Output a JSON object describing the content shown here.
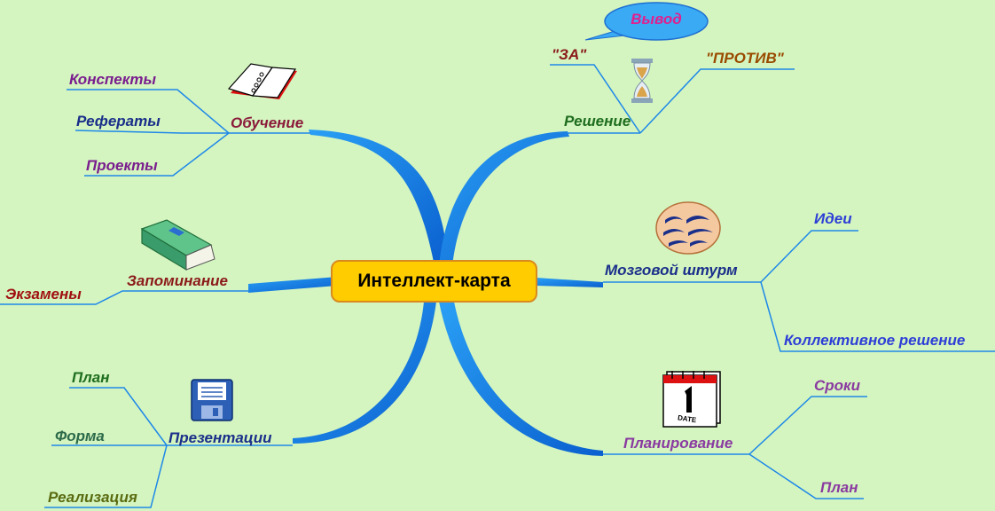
{
  "center": {
    "title": "Интеллект-карта"
  },
  "branches": {
    "obuchenie": {
      "label": "Обучение",
      "color": "#8b1a3a",
      "icon": "notebook-icon",
      "children": [
        "Конспекты",
        "Рефераты",
        "Проекты"
      ],
      "child_colors": [
        "#7a1d8e",
        "#1a2f8a",
        "#7a1d8e"
      ]
    },
    "zapominanie": {
      "label": "Запоминание",
      "color": "#8b1a1a",
      "icon": "book-icon",
      "children": [
        "Экзамены"
      ],
      "child_colors": [
        "#a01010"
      ]
    },
    "prezentacii": {
      "label": "Презентации",
      "color": "#1a2f8a",
      "icon": "floppy-disk-icon",
      "children": [
        "План",
        "Форма",
        "Реализация"
      ],
      "child_colors": [
        "#1f6e1f",
        "#2c6a4a",
        "#5a6a10"
      ]
    },
    "reshenie": {
      "label": "Решение",
      "color": "#1f6e1f",
      "icon": "hourglass-icon",
      "children": [
        "\"ЗА\"",
        "\"ПРОТИВ\""
      ],
      "child_colors": [
        "#8b1a1a",
        "#9a4a00"
      ],
      "callout": "Вывод",
      "callout_color": "#e0208e"
    },
    "mozgovoi_shturm": {
      "label": "Мозговой штурм",
      "color": "#1a2f8a",
      "icon": "brain-icon",
      "children": [
        "Идеи",
        "Коллективное решение"
      ],
      "child_colors": [
        "#2e3fd6",
        "#2e3fd6"
      ]
    },
    "planirovanie": {
      "label": "Планирование",
      "color": "#8a3aa0",
      "icon": "calendar-icon",
      "children": [
        "Сроки",
        "План"
      ],
      "child_colors": [
        "#8a3aa0",
        "#8a3aa0"
      ]
    }
  },
  "colors": {
    "background": "#d4f5c0",
    "branch_fill": "#1e88e8",
    "center_fill": "#ffcc00",
    "line": "#1e88e8"
  }
}
